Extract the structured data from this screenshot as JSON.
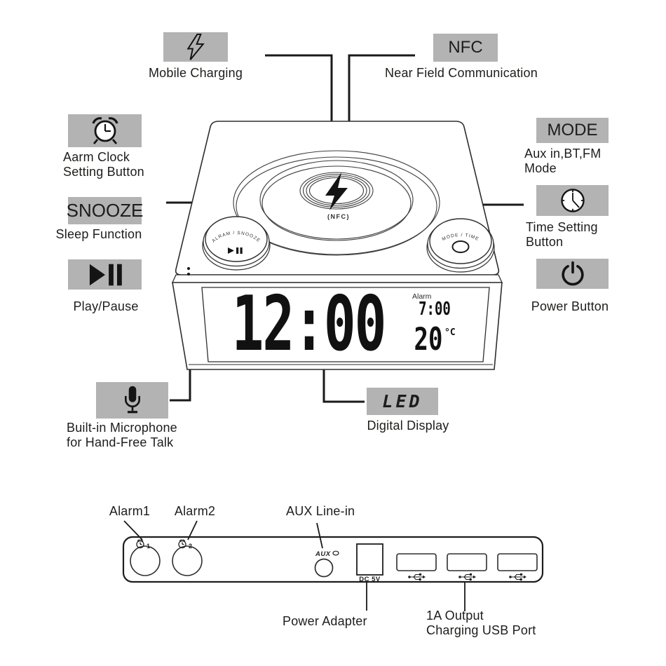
{
  "colors": {
    "box_bg": "#b3b3b3",
    "ink": "#1d1d1b",
    "line": "#1a1a1a"
  },
  "callouts": {
    "mobile_charging": {
      "icon": "lightning-bolt-icon",
      "label": "Mobile Charging"
    },
    "nfc": {
      "box": "NFC",
      "label": "Near Field Communication"
    },
    "alarm_setting": {
      "icon": "alarm-clock-icon",
      "line1": "Aarm Clock",
      "line2": "Setting Button"
    },
    "snooze": {
      "box": "SNOOZE",
      "label": "Sleep Function"
    },
    "play_pause": {
      "icon": "play-pause-icon",
      "label": "Play/Pause"
    },
    "microphone": {
      "icon": "microphone-icon",
      "line1": "Built-in Microphone",
      "line2": "for Hand-Free Talk"
    },
    "mode": {
      "box": "MODE",
      "line1": "Aux in,BT,FM",
      "line2": "Mode"
    },
    "time_setting": {
      "icon": "clock-icon",
      "line1": "Time Setting",
      "line2": "Button"
    },
    "power": {
      "icon": "power-icon",
      "label": "Power Button"
    },
    "led": {
      "box": "LED",
      "label": "Digital Display"
    }
  },
  "device": {
    "knob_left": "ALRAM / SNOOZE",
    "knob_right": "MODE / TIME",
    "nfc_mark": "(NFC)",
    "display": {
      "time": "12:00",
      "alarm_label": "Alarm",
      "alarm_time": "7:00",
      "temp": "20",
      "temp_unit": "°C"
    }
  },
  "rear": {
    "alarm1": "Alarm1",
    "alarm2": "Alarm2",
    "knob1_num": "1",
    "knob2_num": "2",
    "aux": "AUX Line-in",
    "aux_port": "AUX",
    "dc": "DC 5V",
    "power_adapter": "Power Adapter",
    "usb_line1": "1A Output",
    "usb_line2": "Charging USB Port"
  }
}
